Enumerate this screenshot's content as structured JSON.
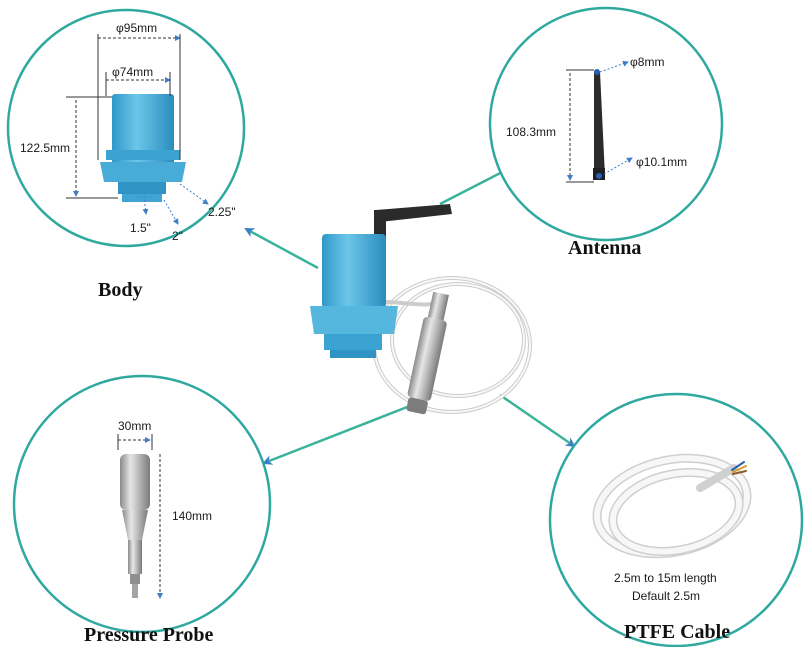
{
  "colors": {
    "circle_border": "#2fa9a0",
    "connector_line": "#3bb39a",
    "arrow": "#3d7fc4",
    "body_blue": "#4fb3dc",
    "body_dark": "#2b8fbf",
    "antenna": "#2b2b2b",
    "probe_steel": "#b9b9b9",
    "cable": "#f2f2f2"
  },
  "icons": {
    "transmitter": "level-transmitter-icon",
    "antenna": "antenna-icon",
    "probe": "pressure-probe-icon",
    "cable": "cable-coil-icon"
  },
  "labels": {
    "body": "Body",
    "antenna": "Antenna",
    "probe": "Pressure Probe",
    "cable": "PTFE Cable"
  },
  "dimensions": {
    "body_outer_dia": "φ95mm",
    "body_inner_dia": "φ74mm",
    "body_height": "122.5mm",
    "thread_1": "1.5\"",
    "thread_2": "2\"",
    "thread_3": "2.25\"",
    "antenna_top_dia": "φ8mm",
    "antenna_length": "108.3mm",
    "antenna_base_dia": "φ10.1mm",
    "probe_dia": "30mm",
    "probe_length": "140mm",
    "cable_length_line1": "2.5m to 15m length",
    "cable_length_line2": "Default 2.5m"
  }
}
